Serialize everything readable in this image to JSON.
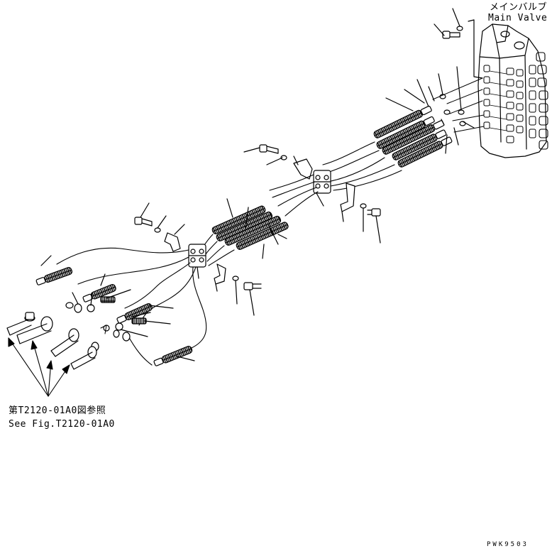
{
  "labels": {
    "main_valve_jp": "メインバルブ",
    "main_valve_en": "Main Valve",
    "see_fig_jp": "第T2120-01A0図参照",
    "see_fig_en": "See Fig.T2120-01A0",
    "drawing_code": "PWK9503"
  },
  "colors": {
    "ink": "#000000",
    "paper": "#ffffff"
  },
  "icons": [
    "main-valve-icon",
    "hose-icon",
    "clamp-icon",
    "bolt-icon",
    "washer-icon",
    "o-ring-icon",
    "arrow-icon"
  ]
}
